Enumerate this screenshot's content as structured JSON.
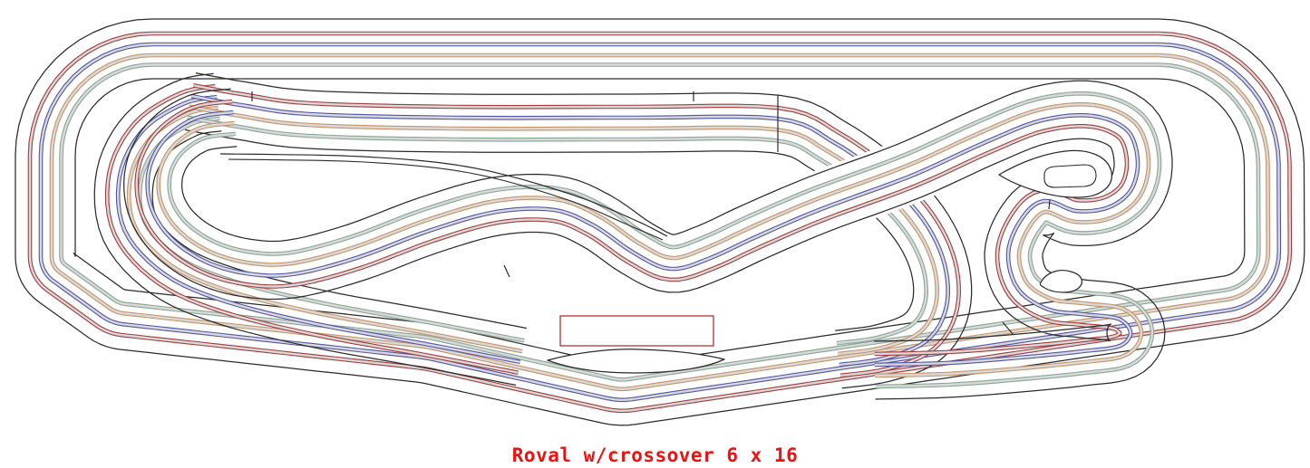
{
  "title": {
    "text": "Roval w/crossover 6 x 16"
  },
  "diagram": {
    "kind": "slot-car-track-plan",
    "layout_name": "Roval w/crossover",
    "board_size": "6 x 16",
    "lanes_outer_to_inner": [
      "red",
      "blue",
      "orange",
      "green"
    ],
    "colors": {
      "boundary": "#2b2b2b",
      "lane_red": "#a23b3b",
      "lane_blue": "#5054a8",
      "lane_orange": "#c79365",
      "lane_green": "#87a694",
      "lane_core": "#d9d9d9",
      "title_text": "#ee1111",
      "station_box": "#b03333",
      "background": "#ffffff"
    }
  }
}
